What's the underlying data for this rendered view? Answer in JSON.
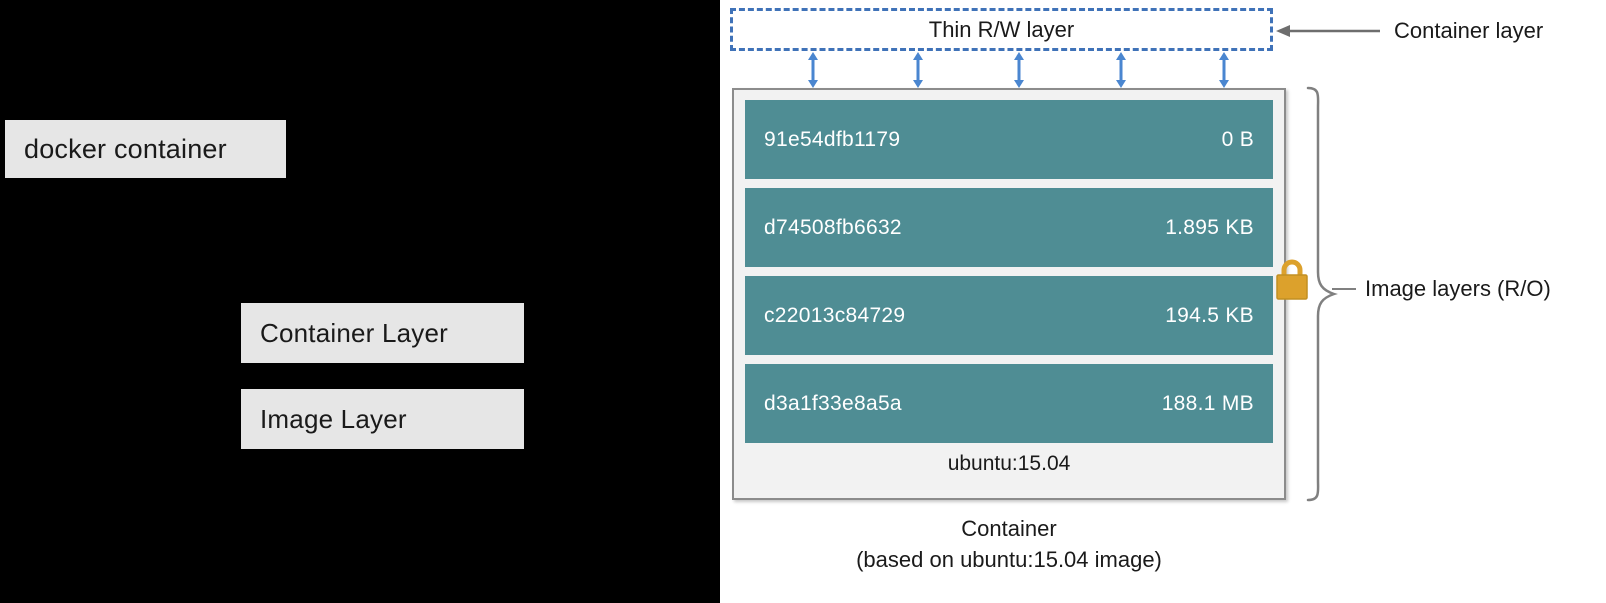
{
  "left_panel": {
    "background_color": "#000000",
    "labels": [
      {
        "id": "docker-container",
        "text": "docker container"
      },
      {
        "id": "container-layer",
        "text": "Container Layer"
      },
      {
        "id": "image-layer",
        "text": "Image Layer"
      }
    ]
  },
  "diagram": {
    "rw_layer": {
      "label": "Thin R/W layer",
      "border_color": "#3f72b8",
      "border_style": "dashed"
    },
    "arrows": {
      "count": 5,
      "color": "#3f72b8",
      "style": "double-headed-vertical"
    },
    "container_frame": {
      "border_color": "#8c8c8c",
      "background_color": "#f2f2f2",
      "image_name": "ubuntu:15.04"
    },
    "layers": [
      {
        "id": "91e54dfb1179",
        "size": "0 B"
      },
      {
        "id": "d74508fb6632",
        "size": "1.895 KB"
      },
      {
        "id": "c22013c84729",
        "size": "194.5 KB"
      },
      {
        "id": "d3a1f33e8a5a",
        "size": "188.1 MB"
      }
    ],
    "layer_color": "#4f8d94",
    "lock": {
      "icon": "lock-icon",
      "color": "#dca12c"
    },
    "annotations": {
      "container_layer": "Container layer",
      "image_layers": "Image layers (R/O)"
    },
    "caption": {
      "line1": "Container",
      "line2": "(based on ubuntu:15.04 image)"
    }
  }
}
